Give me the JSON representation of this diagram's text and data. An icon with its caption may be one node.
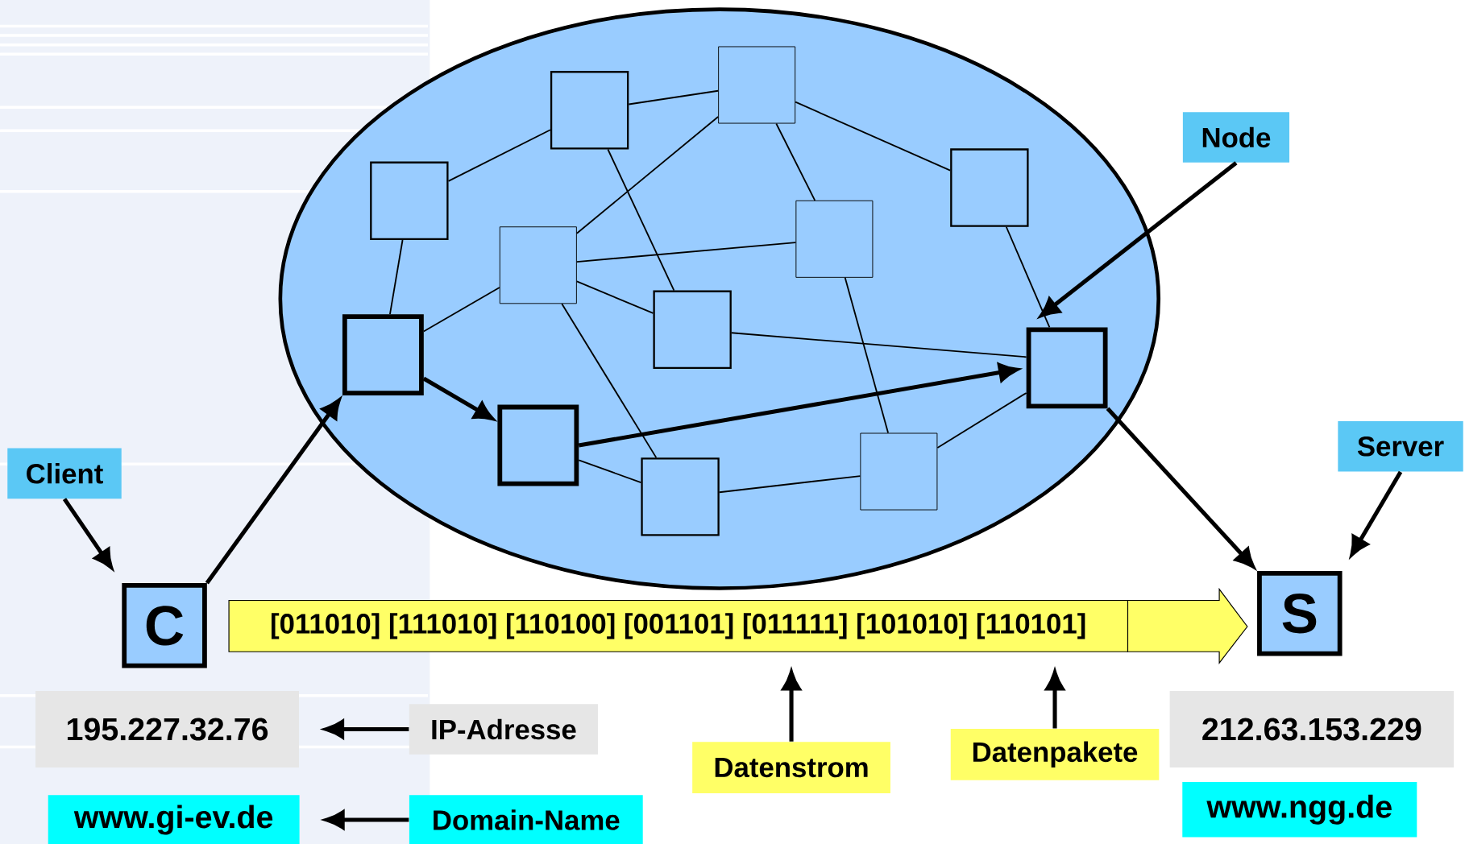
{
  "diagram": {
    "nodes": [
      {
        "text": [],
        "shape": "ellipse"
      },
      {
        "text": [],
        "shape": "box",
        "in": 0
      },
      {
        "text": [],
        "shape": "box",
        "in": 0
      },
      {
        "text": [],
        "shape": "box",
        "in": 0
      },
      {
        "text": [],
        "shape": "box",
        "in": 0
      },
      {
        "text": [],
        "shape": "box",
        "in": 0
      },
      {
        "text": [],
        "shape": "box",
        "in": 0
      },
      {
        "text": [],
        "shape": "box",
        "in": 0
      },
      {
        "text": [],
        "shape": "box",
        "in": 0
      },
      {
        "text": [],
        "shape": "box",
        "in": 0
      },
      {
        "text": [],
        "shape": "box",
        "in": 0
      },
      {
        "text": [],
        "shape": "box",
        "in": 0
      },
      {
        "text": [],
        "shape": "box",
        "in": 0
      },
      {
        "text": [
          "C"
        ]
      },
      {
        "text": [
          "S"
        ]
      },
      {
        "text": [
          "Client"
        ]
      },
      {
        "text": [
          "Node"
        ]
      },
      {
        "text": [
          "Server"
        ]
      },
      {
        "text": [
          "[011010] [111010] [110100] [001101] [011111] [101010] [110101]"
        ]
      },
      {
        "text": [
          "Datenstrom"
        ]
      },
      {
        "text": [
          "Datenpakete"
        ]
      },
      {
        "text": [
          "195.227.32.76"
        ]
      },
      {
        "text": [
          "IP-Adresse"
        ]
      },
      {
        "text": [
          "www.gi-ev.de"
        ]
      },
      {
        "text": [
          "Domain-Name"
        ]
      },
      {
        "text": [
          "212.63.153.229"
        ]
      },
      {
        "text": [
          "www.ngg.de"
        ]
      }
    ],
    "edges": [
      {
        "from": 2,
        "to": 1,
        "arrow": "none"
      },
      {
        "from": 2,
        "to": 4,
        "arrow": "none"
      },
      {
        "from": 1,
        "to": 3,
        "arrow": "none"
      },
      {
        "from": 1,
        "to": 6,
        "arrow": "none"
      },
      {
        "from": 2,
        "to": 7,
        "arrow": "none"
      },
      {
        "from": 1,
        "to": 5,
        "arrow": "none"
      },
      {
        "from": 4,
        "to": 8,
        "arrow": "none"
      },
      {
        "from": 6,
        "to": 8,
        "arrow": "none"
      },
      {
        "from": 6,
        "to": 5,
        "arrow": "none"
      },
      {
        "from": 6,
        "to": 7,
        "arrow": "none"
      },
      {
        "from": 6,
        "to": 12,
        "arrow": "none"
      },
      {
        "from": 7,
        "to": 9,
        "arrow": "none"
      },
      {
        "from": 3,
        "to": 9,
        "arrow": "none"
      },
      {
        "from": 5,
        "to": 11,
        "arrow": "none"
      },
      {
        "from": 11,
        "to": 9,
        "arrow": "none"
      },
      {
        "from": 10,
        "to": 12,
        "arrow": "none"
      },
      {
        "from": 12,
        "to": 11,
        "arrow": "none"
      },
      {
        "from": 13,
        "to": 8,
        "arrow": "to",
        "style": "thick"
      },
      {
        "from": 8,
        "to": 10,
        "arrow": "to",
        "style": "thick"
      },
      {
        "from": 10,
        "to": 9,
        "arrow": "to",
        "style": "thick"
      },
      {
        "from": 9,
        "to": 14,
        "arrow": "to",
        "style": "thick"
      },
      {
        "from": 15,
        "to": 13,
        "arrow": "to",
        "style": "thick"
      },
      {
        "from": 16,
        "to": 9,
        "arrow": "to",
        "style": "thick"
      },
      {
        "from": 17,
        "to": 14,
        "arrow": "to",
        "style": "thick"
      },
      {
        "from": 19,
        "to": 18,
        "arrow": "to",
        "style": "thick"
      },
      {
        "from": 20,
        "to": 18,
        "arrow": "to",
        "style": "thick"
      },
      {
        "from": 22,
        "to": 21,
        "arrow": "to",
        "style": "thick"
      },
      {
        "from": 24,
        "to": 23,
        "arrow": "to",
        "style": "thick"
      }
    ]
  }
}
